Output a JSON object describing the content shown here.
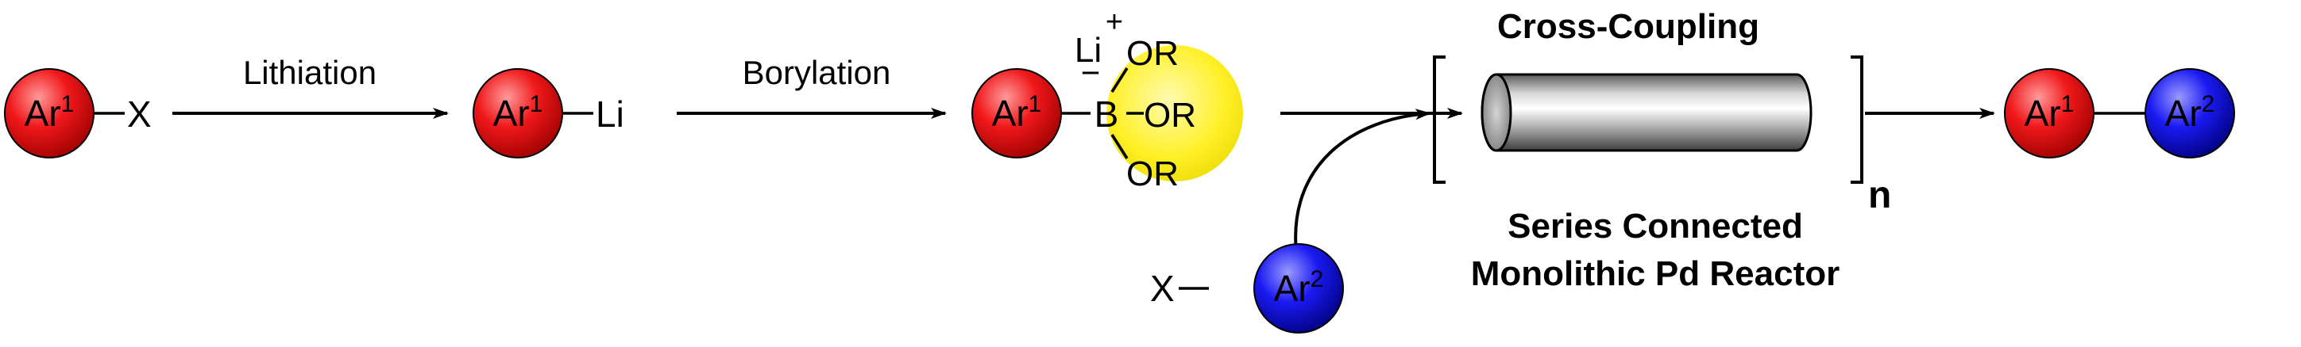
{
  "colors": {
    "ar1_fill": "#f0181a",
    "ar2_fill": "#1a1af2",
    "borate_highlight": "#fff028",
    "reactor_body": "#8a8a8a"
  },
  "step1": {
    "ar": "Ar",
    "ar_sup": "1",
    "leaving": "X",
    "arrow_label": "Lithiation"
  },
  "step2": {
    "ar": "Ar",
    "ar_sup": "1",
    "metal": "Li",
    "arrow_label": "Borylation"
  },
  "borate": {
    "ar": "Ar",
    "ar_sup": "1",
    "cation": "Li",
    "cation_charge": "+",
    "boron": "B",
    "boron_charge": "−",
    "or_top": "OR",
    "or_right": "OR",
    "or_bottom": "OR"
  },
  "coupling_partner": {
    "leaving": "X",
    "ar": "Ar",
    "ar_sup": "2"
  },
  "reactor": {
    "title": "Cross-Coupling",
    "repeat": "n",
    "caption_line1": "Series Connected",
    "caption_line2": "Monolithic Pd Reactor"
  },
  "product": {
    "ar1": "Ar",
    "ar1_sup": "1",
    "ar2": "Ar",
    "ar2_sup": "2"
  }
}
